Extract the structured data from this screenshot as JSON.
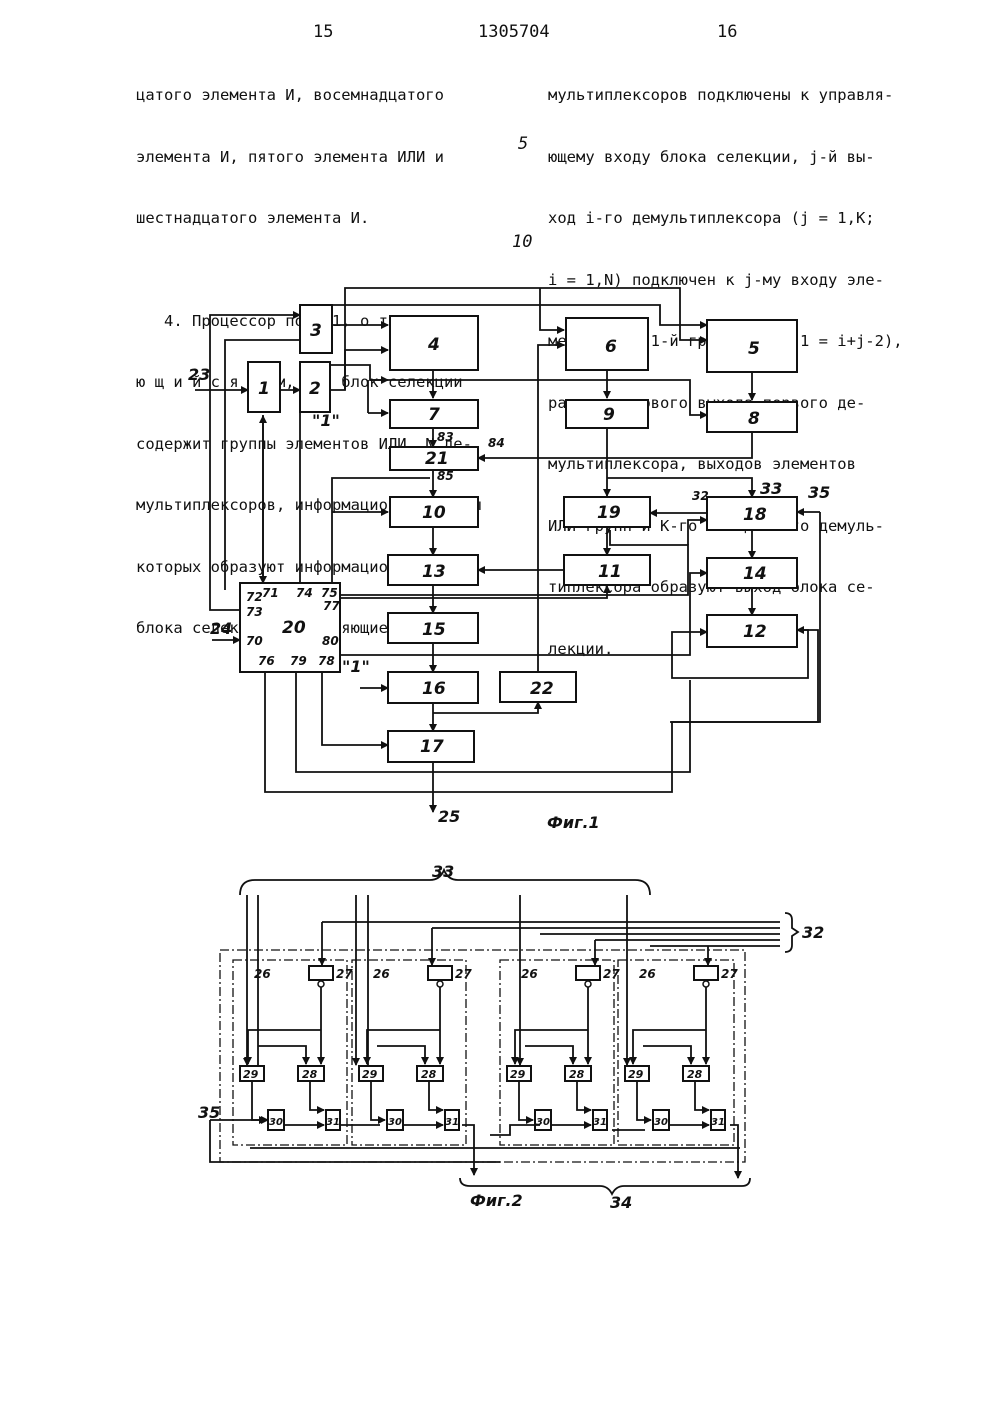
{
  "header": {
    "left_page": "15",
    "doc_number": "1305704",
    "right_page": "16"
  },
  "left_column": [
    "цатого элемента И, восемнадцатого",
    "элемента И, пятого элемента ИЛИ и",
    "шестнадцатого элемента И.",
    "",
    "   4. Процессор по п.1, о т л и ч а-",
    "ю щ и й с я  тем, что блок селекции",
    "содержит группы элементов ИЛИ, N де-",
    "мультиплексоров, информационные входы",
    "которых образуют информационный вход",
    "блока селекции, управляющие входы де-"
  ],
  "right_column": [
    "мультиплексоров подключены к управля-",
    "ющему входу блока селекции, j-й вы-",
    "ход i-го демультиплексора (j = 1,K;",
    "i = 1,N) подключен к j-му входу эле-",
    "ментов ИЛИ 1-й группы (где 1 = i+j-2),",
    "разряды первого выхода первого де-",
    "мультиплексора, выходов элементов",
    "ИЛИ групп и K-го выхода N-го демуль-",
    "типлексора образуют выход блока се-",
    "лекции."
  ],
  "margin_numbers": {
    "five": "5",
    "ten": "10"
  },
  "fig1": {
    "caption": "Фиг.1",
    "blocks": [
      "1",
      "2",
      "3",
      "4",
      "5",
      "6",
      "7",
      "8",
      "9",
      "10",
      "11",
      "12",
      "13",
      "14",
      "15",
      "16",
      "17",
      "18",
      "19",
      "21",
      "22"
    ],
    "block20": "20",
    "block20_pins": [
      "71",
      "72",
      "73",
      "74",
      "75",
      "77",
      "70",
      "80",
      "76",
      "79",
      "78"
    ],
    "labels": {
      "in23": "23",
      "in24": "24",
      "out25": "25",
      "const1": "\"1\"",
      "const1b": "\"1\"",
      "n83": "83",
      "n84": "84",
      "n85": "85",
      "n32": "32",
      "n33": "33",
      "n35": "35"
    }
  },
  "fig2": {
    "caption": "Фиг.2",
    "labels": {
      "bus33": "33",
      "bus32": "32",
      "bus34": "34",
      "in35": "35"
    },
    "cell_labels": {
      "group": "26",
      "reg": "27",
      "a": "29",
      "b": "28",
      "c": "30",
      "d": "31"
    }
  }
}
